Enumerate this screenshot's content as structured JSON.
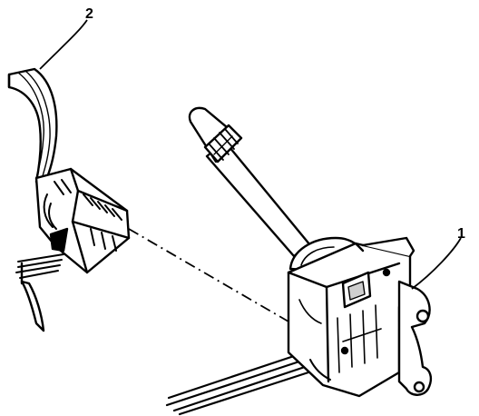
{
  "callouts": [
    {
      "id": "1",
      "text": "1"
    },
    {
      "id": "2",
      "text": "2"
    }
  ],
  "colors": {
    "ink": "#000000",
    "paper": "#ffffff",
    "shade": "#cfcfcf"
  }
}
